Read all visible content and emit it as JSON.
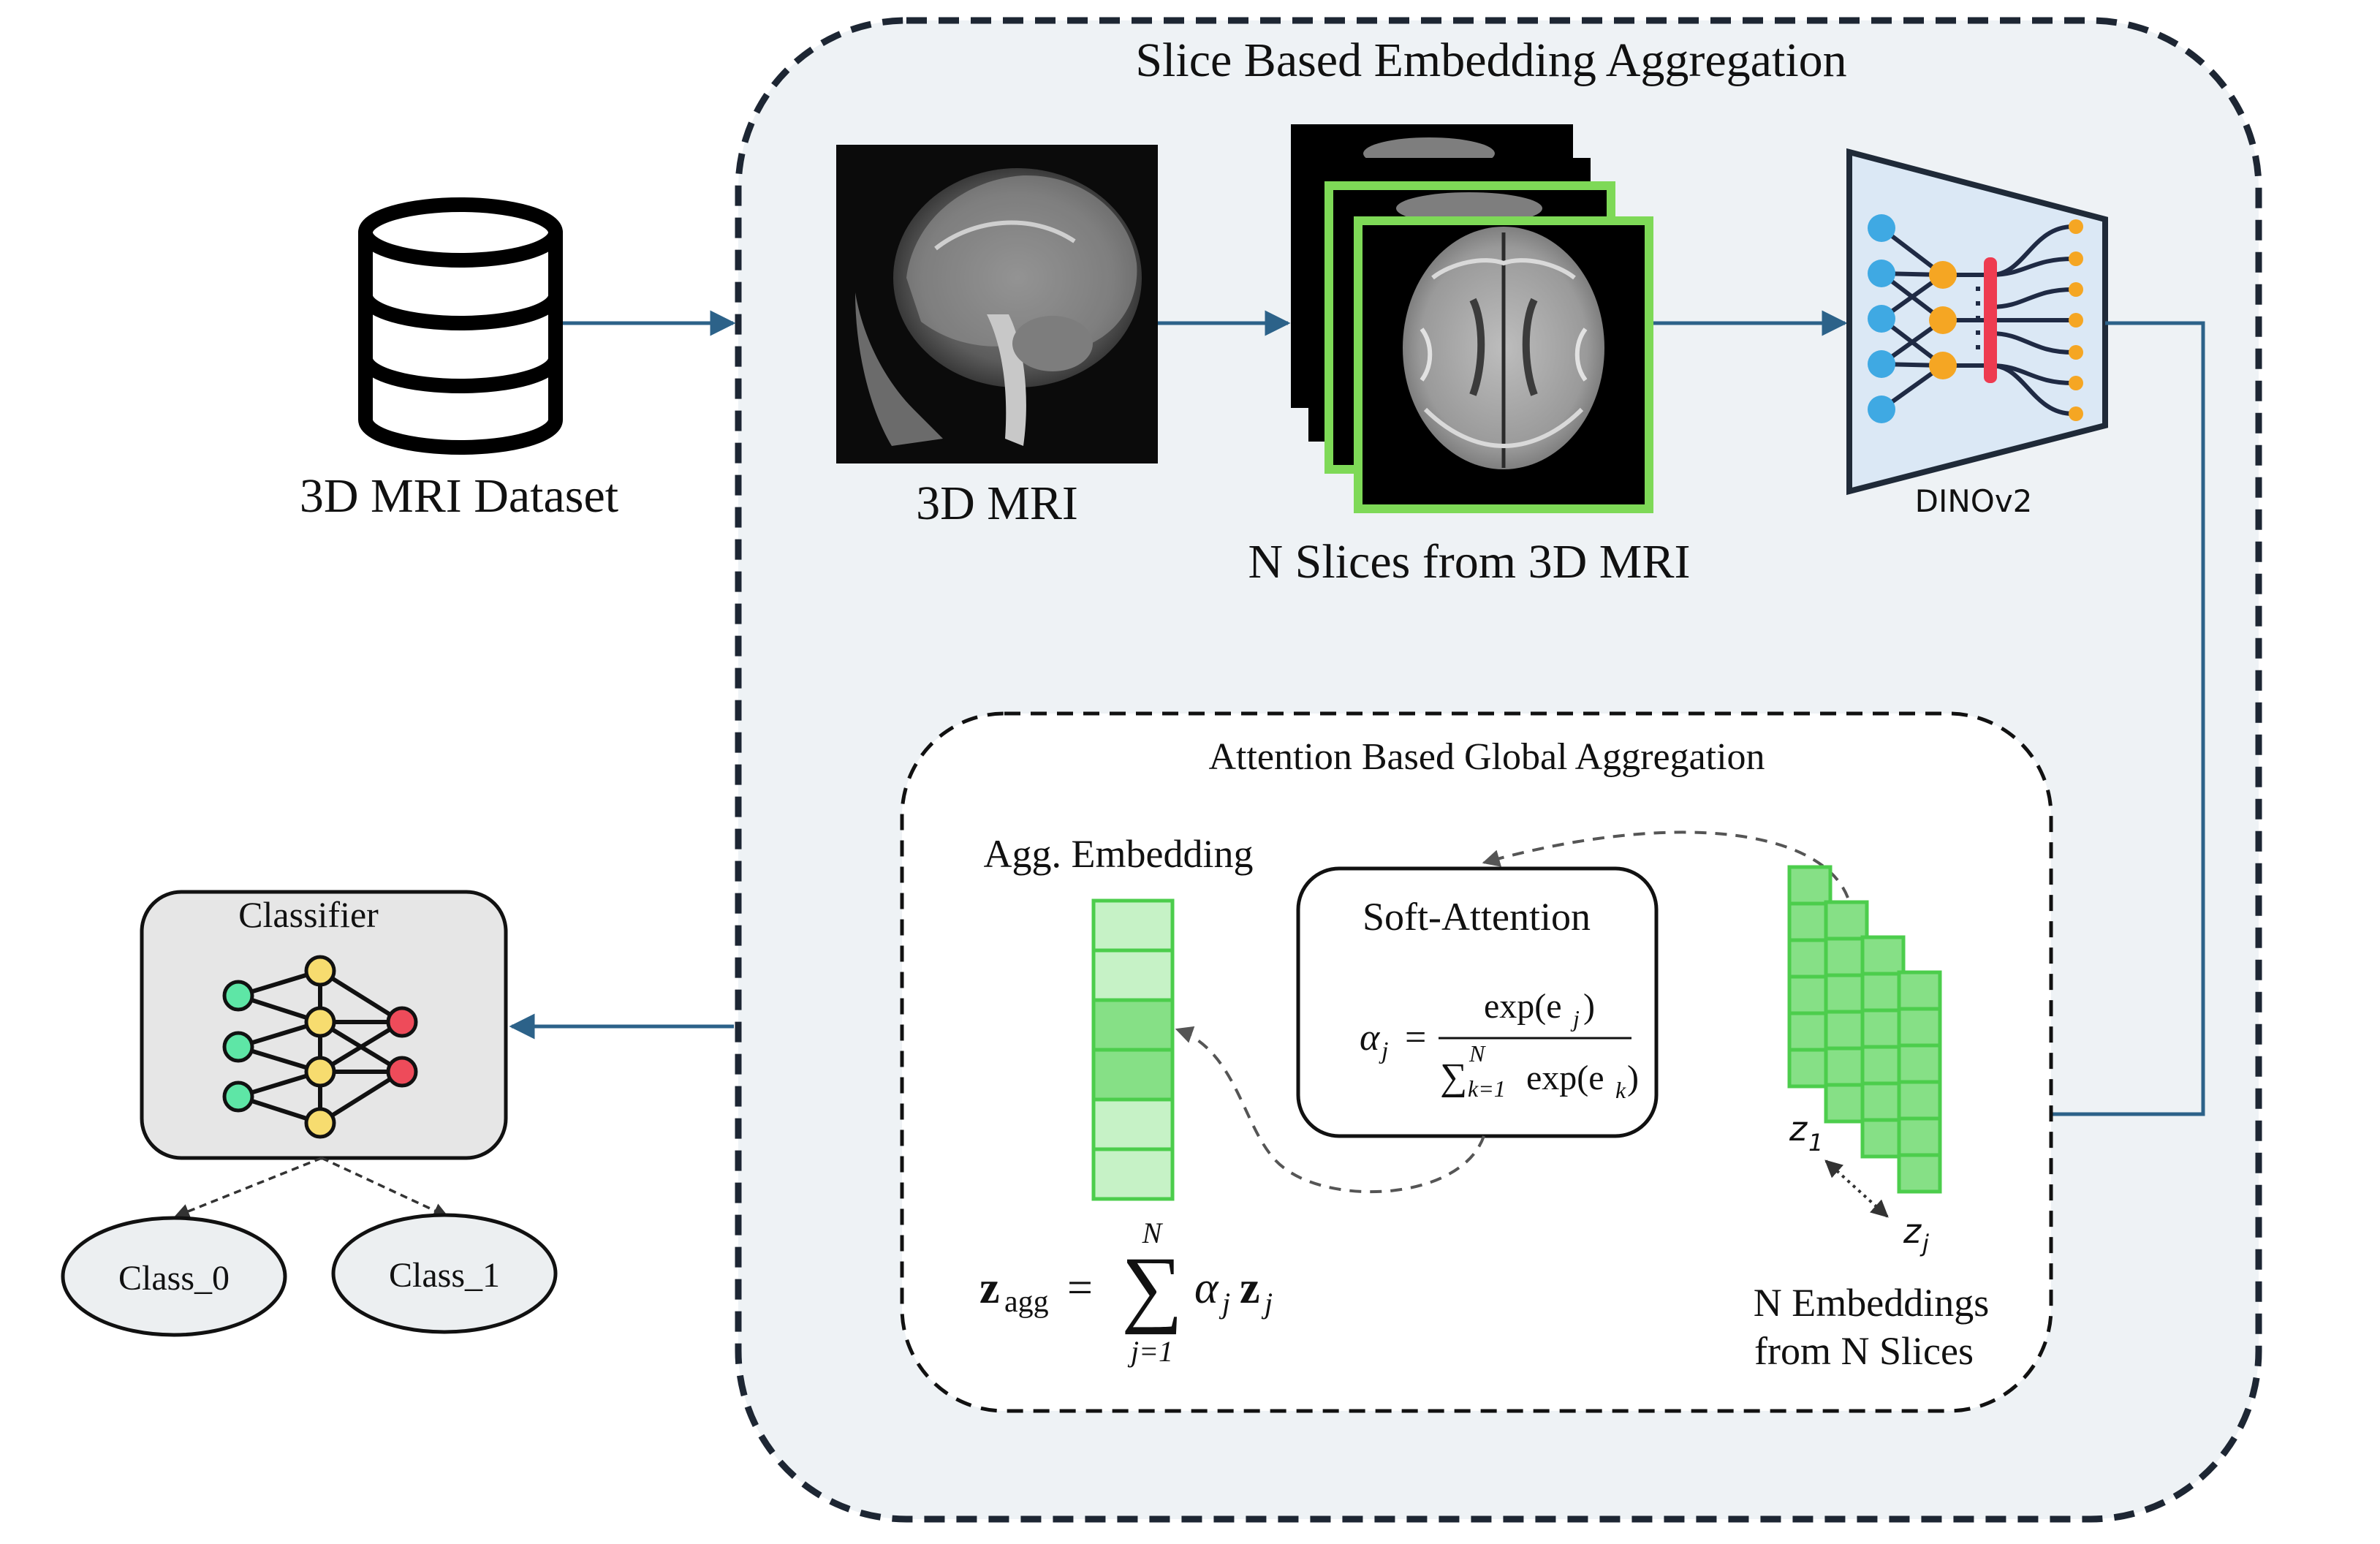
{
  "colors": {
    "outer_panel_fill": "#eef2f5",
    "dashed_border": "#1d2633",
    "arrow": "#2c6289",
    "embedding_green_light": "#c6f2c6",
    "embedding_green_dark": "#86e086",
    "embedding_border": "#4ccd4c",
    "slice_frame": "#7ed957",
    "classifier_fill": "#e6e6e6",
    "class_fill": "#eceff1",
    "node_green": "#5ee6a6",
    "node_yellow": "#f7dc6f",
    "node_red": "#ee4b5a",
    "node_blue": "#3fa9e3",
    "node_orange": "#f5a623",
    "dinov2_fill": "#dbe8f5"
  },
  "icons": {
    "dataset": "database-icon",
    "classifier": "neural-network-icon",
    "dinov2": "encoder-network-icon"
  },
  "diagram": {
    "outer_title": "Slice Based Embedding Aggregation",
    "dataset_label": "3D MRI Dataset",
    "mri_label": "3D MRI",
    "slices_label": "N Slices from 3D MRI",
    "dinov2_label": "DINOv2",
    "inner_title": "Attention Based Global Aggregation",
    "agg_label": "Agg. Embedding",
    "soft_attention_title": "Soft-Attention",
    "soft_attention_formula": {
      "lhs": "α",
      "lhs_sub": "j",
      "eq": "=",
      "numerator": "exp(e",
      "numerator_sub": "j",
      "numerator_close": ")",
      "den_sum": "∑",
      "den_sum_sup": "N",
      "den_sum_sub": "k=1",
      "den_body": "exp(e",
      "den_body_sub": "k",
      "den_close": ")"
    },
    "agg_formula": {
      "lhs": "z",
      "lhs_sub": "agg",
      "eq": "=",
      "sum": "∑",
      "sum_sup": "N",
      "sum_sub": "j=1",
      "alpha": "α",
      "alpha_sub": "j",
      "z": "z",
      "z_sub": "j"
    },
    "z1_label": "z",
    "z1_sub": "1",
    "zj_label": "z",
    "zj_sub": "j",
    "embeddings_label_line1": "N Embeddings",
    "embeddings_label_line2": "from N Slices",
    "classifier_label": "Classifier",
    "class0": "Class_0",
    "class1": "Class_1"
  }
}
